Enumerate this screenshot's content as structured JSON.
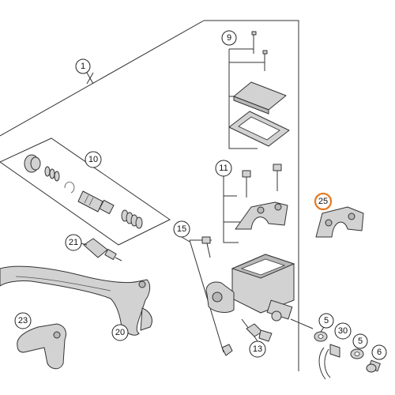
{
  "highlight_color": "#e8781e",
  "line_color": "#333333",
  "part_fill": "#d2d2d2",
  "callouts": {
    "c1": "1",
    "c9": "9",
    "c10": "10",
    "c11": "11",
    "c25": "25",
    "c15": "15",
    "c21": "21",
    "c23": "23",
    "c20": "20",
    "c5a": "5",
    "c30": "30",
    "c5b": "5",
    "c6": "6",
    "c13": "13"
  }
}
